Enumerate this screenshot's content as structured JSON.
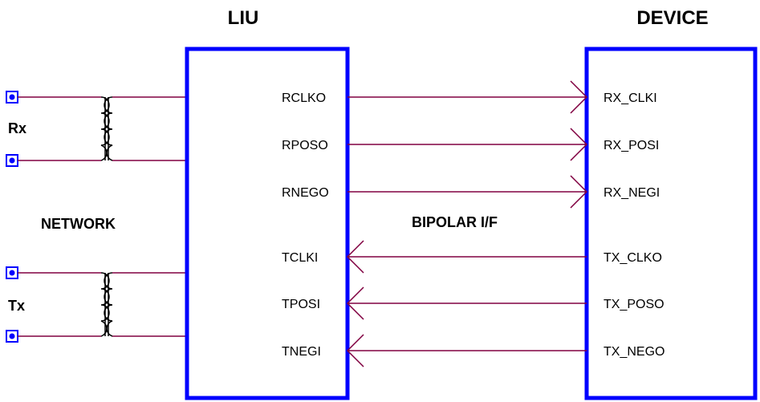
{
  "titles": {
    "liu": "LIU",
    "device": "DEVICE"
  },
  "labels": {
    "rx": "Rx",
    "tx": "Tx",
    "network": "NETWORK",
    "interface": "BIPOLAR I/F"
  },
  "liu_pins": [
    "RCLKO",
    "RPOSO",
    "RNEGO",
    "TCLKI",
    "TPOSI",
    "TNEGI"
  ],
  "device_pins": [
    "RX_CLKI",
    "RX_POSI",
    "RX_NEGI",
    "TX_CLKO",
    "TX_POSO",
    "TX_NEGO"
  ],
  "colors": {
    "box": "#0000ff",
    "wire": "#800040",
    "coil": "#000000",
    "terminal": "#0000ff",
    "lead": "#ff0000"
  }
}
